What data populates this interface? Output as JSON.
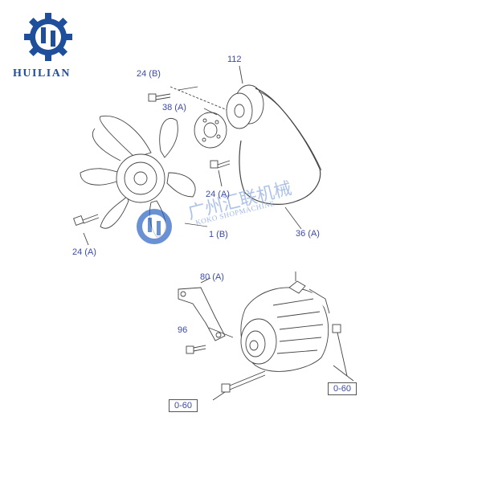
{
  "brand": {
    "name": "HUILIAN",
    "watermark_cn": "广州汇联机械",
    "watermark_en": "KOKO SHOPMACHINE"
  },
  "labels": {
    "l112": "112",
    "l24b": "24 (B)",
    "l38a": "38 (A)",
    "l24a_mid": "24 (A)",
    "l24a_left": "24 (A)",
    "l1b": "1 (B)",
    "l36a": "36 (A)",
    "l80a": "80 (A)",
    "l96": "96",
    "box_left": "0-60",
    "box_right": "0-60"
  },
  "colors": {
    "brand": "#1f4e9a",
    "label": "#3b4aa8",
    "line": "#444444"
  }
}
